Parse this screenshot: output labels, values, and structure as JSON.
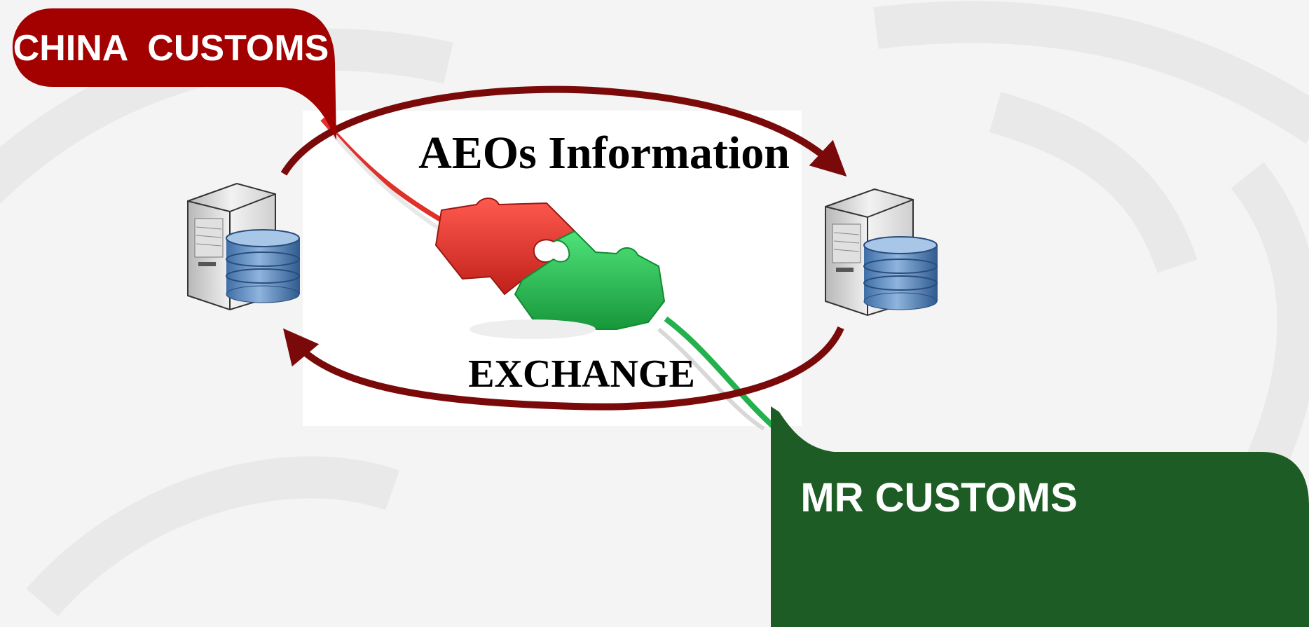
{
  "diagram": {
    "left_party": "CHINA  CUSTOMS",
    "right_party": "MR CUSTOMS",
    "top_label": "AEOs Information",
    "bottom_label": "EXCHANGE"
  },
  "colors": {
    "china_callout": "#a30000",
    "mr_callout": "#1d5c24",
    "arrow": "#7a0a0a",
    "red_cable": "#e0302a",
    "green_cable": "#22b14c",
    "red_piece": "#e53935",
    "green_piece": "#2ecc4f"
  },
  "icons": {
    "left_server": "server-database-icon",
    "right_server": "server-database-icon",
    "puzzle": "puzzle-pieces-icon"
  }
}
